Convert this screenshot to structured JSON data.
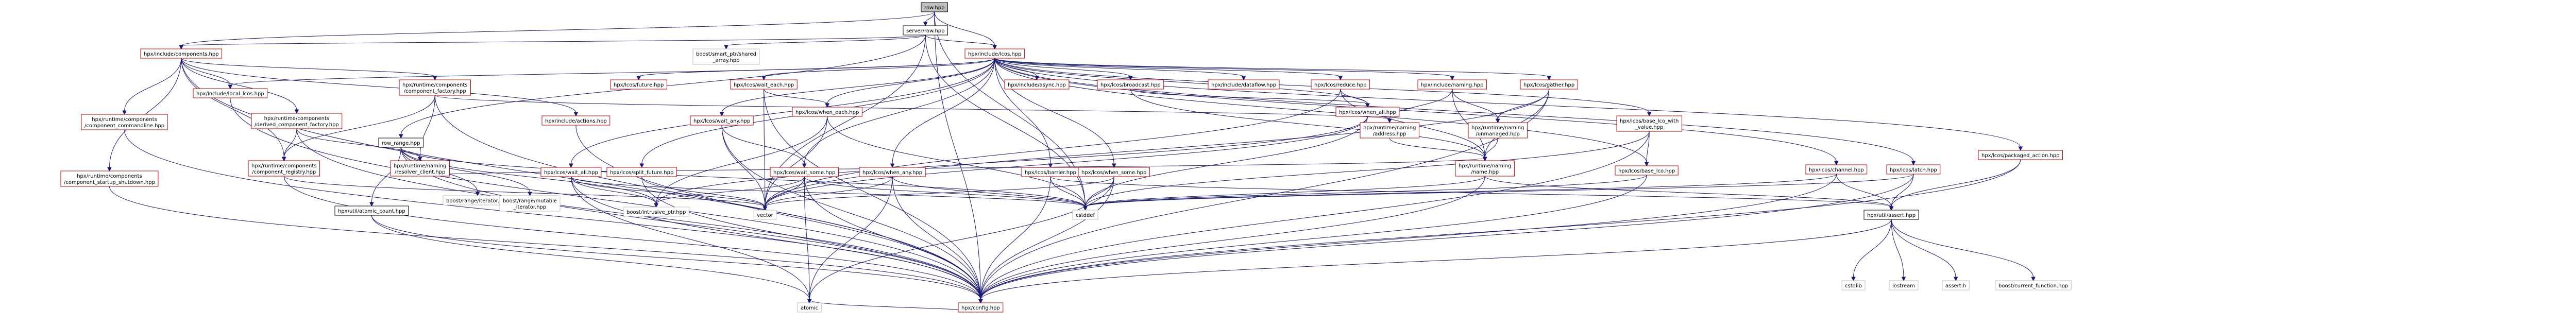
{
  "graph": {
    "nodes": [
      {
        "id": "root",
        "lines": [
          "row.hpp"
        ],
        "kind": "root"
      },
      {
        "id": "n_serverrow",
        "lines": [
          "server/row.hpp"
        ],
        "kind": "plain"
      },
      {
        "id": "n_lcos",
        "lines": [
          "hpx/include/lcos.hpp"
        ],
        "kind": "red"
      },
      {
        "id": "n_components",
        "lines": [
          "hpx/include/components.hpp"
        ],
        "kind": "red"
      },
      {
        "id": "n_ptr_shared",
        "lines": [
          "boost/smart_ptr/shared",
          "_array.hpp"
        ],
        "kind": "std"
      },
      {
        "id": "n_naming_hpp",
        "lines": [
          "hpx/include/naming.hpp"
        ],
        "kind": "red"
      },
      {
        "id": "n_gather",
        "lines": [
          "hpx/lcos/gather.hpp"
        ],
        "kind": "red"
      },
      {
        "id": "n_local_lcos",
        "lines": [
          "hpx/include/local_lcos.hpp"
        ],
        "kind": "red"
      },
      {
        "id": "n_component_factory",
        "lines": [
          "hpx/runtime/components",
          "/component_factory.hpp"
        ],
        "kind": "red"
      },
      {
        "id": "n_wait_each",
        "lines": [
          "hpx/lcos/wait_each.hpp"
        ],
        "kind": "red"
      },
      {
        "id": "n_future",
        "lines": [
          "hpx/lcos/future.hpp"
        ],
        "kind": "red"
      },
      {
        "id": "n_when_each",
        "lines": [
          "hpx/lcos/when_each.hpp"
        ],
        "kind": "red"
      },
      {
        "id": "n_when_all",
        "lines": [
          "hpx/lcos/when_all.hpp"
        ],
        "kind": "red"
      },
      {
        "id": "n_reduce",
        "lines": [
          "hpx/lcos/reduce.hpp"
        ],
        "kind": "red"
      },
      {
        "id": "n_broadcast",
        "lines": [
          "hpx/lcos/broadcast.hpp"
        ],
        "kind": "red"
      },
      {
        "id": "n_dataflow",
        "lines": [
          "hpx/include/dataflow.hpp"
        ],
        "kind": "red"
      },
      {
        "id": "n_async_lcos",
        "lines": [
          "hpx/include/async.hpp"
        ],
        "kind": "red"
      },
      {
        "id": "n_actions",
        "lines": [
          "hpx/include/actions.hpp"
        ],
        "kind": "red"
      },
      {
        "id": "n_component_commandline",
        "lines": [
          "hpx/runtime/components",
          "/component_commandline.hpp"
        ],
        "kind": "red"
      },
      {
        "id": "n_derived_factory",
        "lines": [
          "hpx/runtime/components",
          "/derived_component_factory.hpp"
        ],
        "kind": "red"
      },
      {
        "id": "n_wait_any",
        "lines": [
          "hpx/lcos/wait_any.hpp"
        ],
        "kind": "red"
      },
      {
        "id": "n_naming_address",
        "lines": [
          "hpx/runtime/naming",
          "/address.hpp"
        ],
        "kind": "red"
      },
      {
        "id": "n_unmanaged",
        "lines": [
          "hpx/runtime/naming",
          "/unmanaged.hpp"
        ],
        "kind": "red"
      },
      {
        "id": "n_base_lco_value",
        "lines": [
          "hpx/lcos/base_lco_with",
          "_value.hpp"
        ],
        "kind": "red"
      },
      {
        "id": "n_packaged_action",
        "lines": [
          "hpx/lcos/packaged_action.hpp"
        ],
        "kind": "red"
      },
      {
        "id": "n_startup_shutdown",
        "lines": [
          "hpx/runtime/components",
          "/component_startup_shutdown.hpp"
        ],
        "kind": "red"
      },
      {
        "id": "n_component_registry",
        "lines": [
          "hpx/runtime/components",
          "/component_registry.hpp"
        ],
        "kind": "red"
      },
      {
        "id": "n_resolver_client",
        "lines": [
          "hpx/runtime/naming",
          "/resolver_client.hpp"
        ],
        "kind": "red"
      },
      {
        "id": "n_row_range",
        "lines": [
          "row_range.hpp"
        ],
        "kind": "plain"
      },
      {
        "id": "n_wait_all",
        "lines": [
          "hpx/lcos/wait_all.hpp"
        ],
        "kind": "red"
      },
      {
        "id": "n_split_future",
        "lines": [
          "hpx/lcos/split_future.hpp"
        ],
        "kind": "red"
      },
      {
        "id": "n_wait_some",
        "lines": [
          "hpx/lcos/wait_some.hpp"
        ],
        "kind": "red"
      },
      {
        "id": "n_when_any",
        "lines": [
          "hpx/lcos/when_any.hpp"
        ],
        "kind": "red"
      },
      {
        "id": "n_barrier",
        "lines": [
          "hpx/lcos/barrier.hpp"
        ],
        "kind": "red"
      },
      {
        "id": "n_when_some",
        "lines": [
          "hpx/lcos/when_some.hpp"
        ],
        "kind": "red"
      },
      {
        "id": "n_naming_name",
        "lines": [
          "hpx/runtime/naming",
          "/name.hpp"
        ],
        "kind": "red"
      },
      {
        "id": "n_base_lco",
        "lines": [
          "hpx/lcos/base_lco.hpp"
        ],
        "kind": "red"
      },
      {
        "id": "n_channel",
        "lines": [
          "hpx/lcos/channel.hpp"
        ],
        "kind": "red"
      },
      {
        "id": "n_latch",
        "lines": [
          "hpx/lcos/latch.hpp"
        ],
        "kind": "red"
      },
      {
        "id": "n_iterator",
        "lines": [
          "boost/range/iterator.hpp"
        ],
        "kind": "std"
      },
      {
        "id": "n_mutable_iterator",
        "lines": [
          "boost/range/mutable",
          "_iterator.hpp"
        ],
        "kind": "std"
      },
      {
        "id": "n_atomic_count",
        "lines": [
          "hpx/util/atomic_count.hpp"
        ],
        "kind": "plain"
      },
      {
        "id": "n_intrusive_ptr",
        "lines": [
          "boost/intrusive_ptr.hpp"
        ],
        "kind": "std"
      },
      {
        "id": "n_vector",
        "lines": [
          "vector"
        ],
        "kind": "std"
      },
      {
        "id": "n_cstddef",
        "lines": [
          "cstddef"
        ],
        "kind": "std"
      },
      {
        "id": "n_assert",
        "lines": [
          "hpx/util/assert.hpp"
        ],
        "kind": "plain"
      },
      {
        "id": "n_atomic",
        "lines": [
          "atomic"
        ],
        "kind": "std"
      },
      {
        "id": "n_config",
        "lines": [
          "hpx/config.hpp"
        ],
        "kind": "red"
      },
      {
        "id": "n_cstdlib",
        "lines": [
          "cstdlib"
        ],
        "kind": "std"
      },
      {
        "id": "n_iostream",
        "lines": [
          "iostream"
        ],
        "kind": "std"
      },
      {
        "id": "n_assert_h",
        "lines": [
          "assert.h"
        ],
        "kind": "std"
      },
      {
        "id": "n_current_function",
        "lines": [
          "boost/current_function.hpp"
        ],
        "kind": "std"
      }
    ],
    "edges": [
      [
        "root",
        "n_serverrow"
      ],
      [
        "root",
        "n_lcos"
      ],
      [
        "root",
        "n_components"
      ],
      [
        "root",
        "n_config"
      ],
      [
        "root",
        "n_cstddef"
      ],
      [
        "n_serverrow",
        "n_lcos"
      ],
      [
        "n_serverrow",
        "n_components"
      ],
      [
        "n_serverrow",
        "n_ptr_shared"
      ],
      [
        "n_serverrow",
        "n_row_range"
      ],
      [
        "n_serverrow",
        "n_cstddef"
      ],
      [
        "n_serverrow",
        "n_vector"
      ],
      [
        "n_lcos",
        "n_naming_hpp"
      ],
      [
        "n_lcos",
        "n_gather"
      ],
      [
        "n_lcos",
        "n_local_lcos"
      ],
      [
        "n_lcos",
        "n_wait_each"
      ],
      [
        "n_lcos",
        "n_future"
      ],
      [
        "n_lcos",
        "n_when_each"
      ],
      [
        "n_lcos",
        "n_when_all"
      ],
      [
        "n_lcos",
        "n_reduce"
      ],
      [
        "n_lcos",
        "n_broadcast"
      ],
      [
        "n_lcos",
        "n_dataflow"
      ],
      [
        "n_lcos",
        "n_async_lcos"
      ],
      [
        "n_lcos",
        "n_wait_any"
      ],
      [
        "n_lcos",
        "n_base_lco_value"
      ],
      [
        "n_lcos",
        "n_packaged_action"
      ],
      [
        "n_lcos",
        "n_wait_all"
      ],
      [
        "n_lcos",
        "n_split_future"
      ],
      [
        "n_lcos",
        "n_wait_some"
      ],
      [
        "n_lcos",
        "n_when_any"
      ],
      [
        "n_lcos",
        "n_barrier"
      ],
      [
        "n_lcos",
        "n_when_some"
      ],
      [
        "n_lcos",
        "n_base_lco"
      ],
      [
        "n_lcos",
        "n_channel"
      ],
      [
        "n_lcos",
        "n_latch"
      ],
      [
        "n_components",
        "n_local_lcos"
      ],
      [
        "n_components",
        "n_component_factory"
      ],
      [
        "n_components",
        "n_actions"
      ],
      [
        "n_components",
        "n_component_commandline"
      ],
      [
        "n_components",
        "n_derived_factory"
      ],
      [
        "n_components",
        "n_startup_shutdown"
      ],
      [
        "n_components",
        "n_component_registry"
      ],
      [
        "n_components",
        "n_config"
      ],
      [
        "n_component_factory",
        "n_component_registry"
      ],
      [
        "n_component_factory",
        "n_resolver_client"
      ],
      [
        "n_component_factory",
        "n_naming_address"
      ],
      [
        "n_component_factory",
        "n_config"
      ],
      [
        "n_derived_factory",
        "n_component_registry"
      ],
      [
        "n_derived_factory",
        "n_resolver_client"
      ],
      [
        "n_derived_factory",
        "n_config"
      ],
      [
        "n_naming_hpp",
        "n_naming_address"
      ],
      [
        "n_naming_hpp",
        "n_unmanaged"
      ],
      [
        "n_naming_hpp",
        "n_naming_name"
      ],
      [
        "n_gather",
        "n_unmanaged"
      ],
      [
        "n_gather",
        "n_naming_name"
      ],
      [
        "n_gather",
        "n_config"
      ],
      [
        "n_gather",
        "n_vector"
      ],
      [
        "n_wait_each",
        "n_when_each"
      ],
      [
        "n_wait_each",
        "n_config"
      ],
      [
        "n_wait_each",
        "n_vector"
      ],
      [
        "n_when_each",
        "n_vector"
      ],
      [
        "n_when_each",
        "n_cstddef"
      ],
      [
        "n_when_each",
        "n_intrusive_ptr"
      ],
      [
        "n_when_all",
        "n_vector"
      ],
      [
        "n_when_all",
        "n_cstddef"
      ],
      [
        "n_when_all",
        "n_intrusive_ptr"
      ],
      [
        "n_reduce",
        "n_when_all"
      ],
      [
        "n_reduce",
        "n_naming_name"
      ],
      [
        "n_reduce",
        "n_vector"
      ],
      [
        "n_broadcast",
        "n_when_all"
      ],
      [
        "n_broadcast",
        "n_naming_name"
      ],
      [
        "n_base_lco_value",
        "n_base_lco"
      ],
      [
        "n_base_lco_value",
        "n_config"
      ],
      [
        "n_base_lco_value",
        "n_cstddef"
      ],
      [
        "n_packaged_action",
        "n_assert"
      ],
      [
        "n_packaged_action",
        "n_config"
      ],
      [
        "n_wait_any",
        "n_wait_some"
      ],
      [
        "n_wait_any",
        "n_config"
      ],
      [
        "n_wait_any",
        "n_vector"
      ],
      [
        "n_wait_all",
        "n_intrusive_ptr"
      ],
      [
        "n_wait_all",
        "n_cstddef"
      ],
      [
        "n_wait_all",
        "n_vector"
      ],
      [
        "n_wait_all",
        "n_config"
      ],
      [
        "n_wait_all",
        "n_atomic"
      ],
      [
        "n_split_future",
        "n_config"
      ],
      [
        "n_split_future",
        "n_vector"
      ],
      [
        "n_wait_some",
        "n_atomic"
      ],
      [
        "n_wait_some",
        "n_config"
      ],
      [
        "n_wait_some",
        "n_cstddef"
      ],
      [
        "n_wait_some",
        "n_vector"
      ],
      [
        "n_wait_some",
        "n_intrusive_ptr"
      ],
      [
        "n_when_any",
        "n_atomic"
      ],
      [
        "n_when_any",
        "n_config"
      ],
      [
        "n_when_any",
        "n_cstddef"
      ],
      [
        "n_when_any",
        "n_vector"
      ],
      [
        "n_barrier",
        "n_cstddef"
      ],
      [
        "n_barrier",
        "n_config"
      ],
      [
        "n_barrier",
        "n_assert"
      ],
      [
        "n_when_some",
        "n_atomic"
      ],
      [
        "n_when_some",
        "n_config"
      ],
      [
        "n_when_some",
        "n_cstddef"
      ],
      [
        "n_when_some",
        "n_vector"
      ],
      [
        "n_naming_name",
        "n_assert"
      ],
      [
        "n_naming_name",
        "n_config"
      ],
      [
        "n_naming_name",
        "n_cstddef"
      ],
      [
        "n_base_lco",
        "n_config"
      ],
      [
        "n_base_lco",
        "n_cstddef"
      ],
      [
        "n_channel",
        "n_assert"
      ],
      [
        "n_channel",
        "n_config"
      ],
      [
        "n_channel",
        "n_cstddef"
      ],
      [
        "n_latch",
        "n_assert"
      ],
      [
        "n_latch",
        "n_config"
      ],
      [
        "n_latch",
        "n_cstddef"
      ],
      [
        "n_row_range",
        "n_iterator"
      ],
      [
        "n_row_range",
        "n_mutable_iterator"
      ],
      [
        "n_row_range",
        "n_atomic_count"
      ],
      [
        "n_row_range",
        "n_intrusive_ptr"
      ],
      [
        "n_row_range",
        "n_cstddef"
      ],
      [
        "n_row_range",
        "n_config"
      ],
      [
        "n_atomic_count",
        "n_atomic"
      ],
      [
        "n_atomic_count",
        "n_config"
      ],
      [
        "n_component_registry",
        "n_config"
      ],
      [
        "n_component_registry",
        "n_vector"
      ],
      [
        "n_startup_shutdown",
        "n_config"
      ],
      [
        "n_component_commandline",
        "n_config"
      ],
      [
        "n_local_lcos",
        "n_config"
      ],
      [
        "n_actions",
        "n_config"
      ],
      [
        "n_resolver_client",
        "n_naming_name"
      ],
      [
        "n_unmanaged",
        "n_naming_name"
      ],
      [
        "n_naming_address",
        "n_naming_name"
      ],
      [
        "n_assert",
        "n_cstdlib"
      ],
      [
        "n_assert",
        "n_iostream"
      ],
      [
        "n_assert",
        "n_assert_h"
      ],
      [
        "n_assert",
        "n_current_function"
      ],
      [
        "n_assert",
        "n_config"
      ],
      [
        "n_config",
        "n_atomic"
      ]
    ]
  }
}
